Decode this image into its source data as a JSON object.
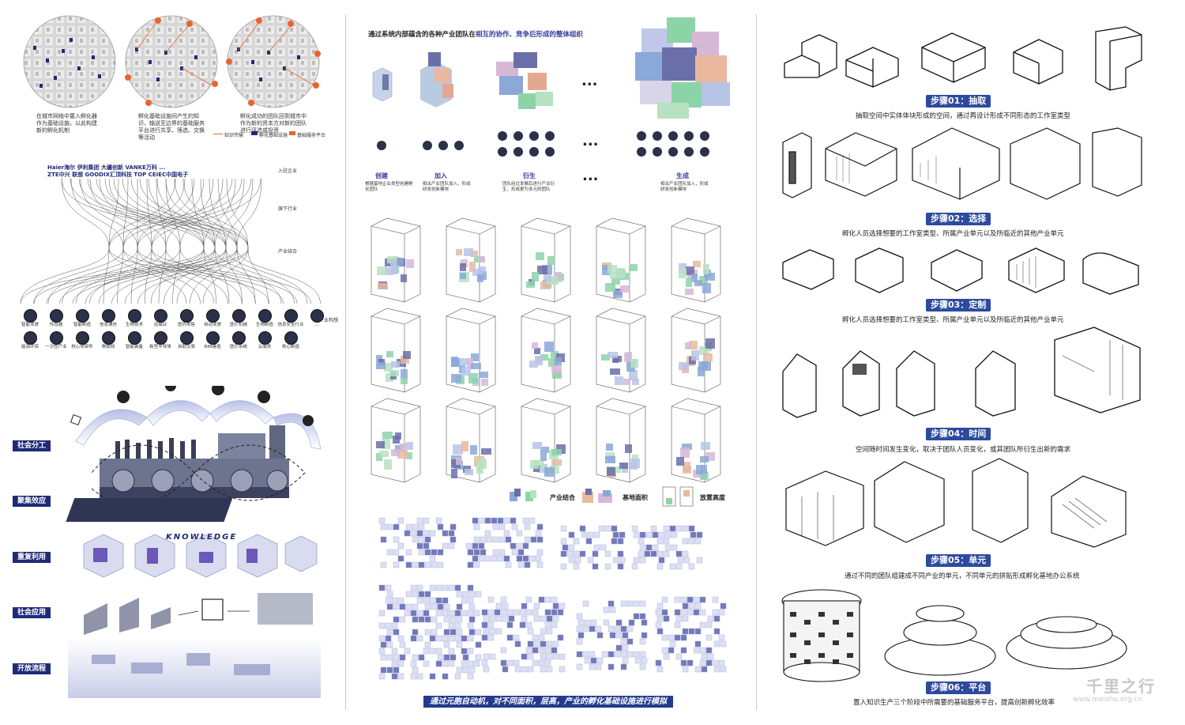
{
  "left": {
    "maps": [
      {
        "caption": "在城市网络中置入孵化器作为基础设施，以此构建新的孵化机制"
      },
      {
        "caption": "孵化基础设施间产生的知识、输送至边界的基础服务平台进行共享、筛选、交换等活动"
      },
      {
        "caption": "孵化成功的团队回到城市中作为新的资本方对新的团队进行评选或投资"
      }
    ],
    "legend": {
      "flow": "知识传输",
      "base": "孵化基础设施",
      "platform": "基础服务平台"
    },
    "companies_row1": "Haier海尔  伊利集团  大疆创新  VANKE万科  ...",
    "companies_row2": "ZTE中兴  联想  GOODIX汇顶科技  TOP  CEIEC中国电子",
    "sankey_labels": {
      "enter": "入驻企业",
      "industry": "旗下行业",
      "combine": "产业结合",
      "new": "新产业构想"
    },
    "icons_row1": [
      "智能驾驶",
      "传感器",
      "智能制造",
      "信息通信",
      "生物技术",
      "运输业",
      "医药零售",
      "自动驾驶",
      "医疗机械",
      "生物制造",
      "信息安全行业",
      "...."
    ],
    "icons_row2": [
      "能源环保",
      "一次性产业",
      "核心零部件",
      "物联网",
      "智能装备",
      "新型半导体",
      "自助交易",
      "BIM建造",
      "医疗系统",
      "云服务",
      "核心制造"
    ],
    "knowledge": "KNOWLEDGE",
    "nav": [
      "社会分工",
      "聚集效应",
      "重复利用",
      "社会应用",
      "开放流程"
    ]
  },
  "middle": {
    "headline_a": "通过系统内部蕴含的各种产业团队在",
    "headline_b": "相互的协作、竞争后形成的整体组织",
    "dots": "...",
    "stages": [
      {
        "title": "创建",
        "desc": "根据基地企业类型创建孵化团队"
      },
      {
        "title": "加入",
        "desc": "相关产业团队加入，形成研发创新模块"
      },
      {
        "title": "衍生",
        "desc": "团队经过发展后进行产业衍生，形成更为多元的团队"
      },
      {
        "title": "生成",
        "desc": "相关产业团队加入，形成研发创新模块"
      }
    ],
    "legend": {
      "combine": "产业结合",
      "area": "基地面积",
      "height": "放置高度"
    },
    "banner": "通过元胞自动机，对不同面积，层高，产业的孵化基础设施进行模拟"
  },
  "right": {
    "steps": [
      {
        "title": "步骤01：抽取",
        "desc": "抽取空间中实体体块形成的空间，通过再设计形成不同形态的工作室类型"
      },
      {
        "title": "步骤02：选择",
        "desc": "孵化人员选择想要的工作室类型、所属产业单元以及所临近的其他产业单元"
      },
      {
        "title": "步骤03：定制",
        "desc": "孵化人员选择想要的工作室类型、所属产业单元以及所临近的其他产业单元"
      },
      {
        "title": "步骤04：时间",
        "desc": "空间随时间发生变化，取决于团队人员变化，或其团队所衍生出新的需求"
      },
      {
        "title": "步骤05：单元",
        "desc": "通过不同的团队组建成不同产业的单元，不同单元的拼贴形成孵化基地办公系统"
      },
      {
        "title": "步骤06：平台",
        "desc": "置入知识生产三个阶段中所需要的基础服务平台，提高创新孵化效率"
      }
    ],
    "watermark": "千里之行",
    "watermark_url": "www.meishu.org.cn"
  },
  "colors": {
    "navy": "#1f2a78",
    "step": "#2d4a9e",
    "orange": "#e8652b",
    "accent": "#2e3d9c"
  }
}
